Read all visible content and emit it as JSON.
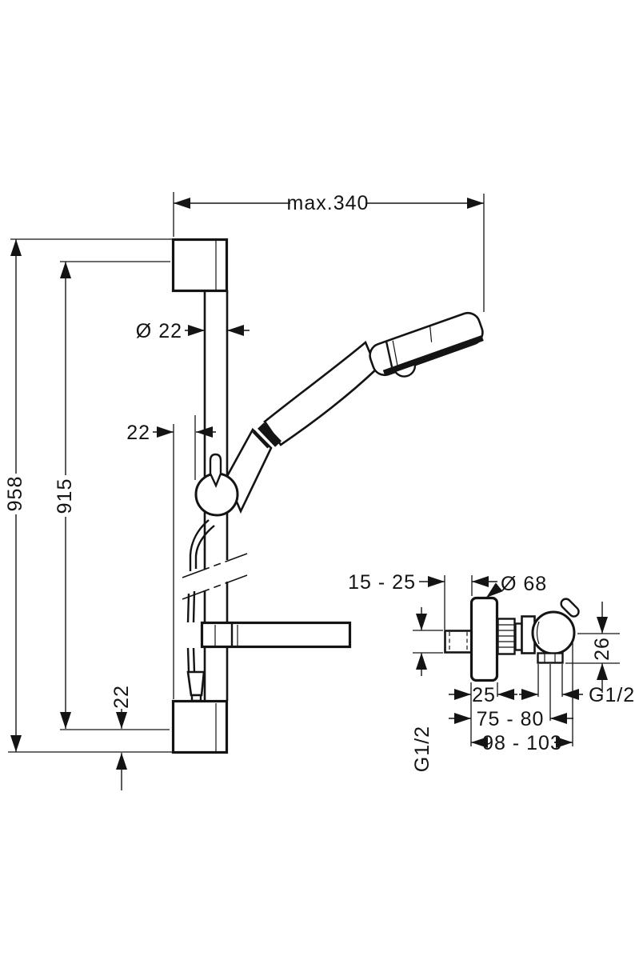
{
  "drawing": {
    "type": "technical-dimension-drawing",
    "line_color": "#141414",
    "background_color": "#ffffff",
    "shower_set": {
      "width_max": "max.340",
      "total_height": "958",
      "rail_height": "915",
      "rail_diameter": "Ø 22",
      "rail_offset": "22",
      "bottom_offset": "22"
    },
    "mixer_valve": {
      "wall_distance": "15 - 25",
      "escutcheon_diameter": "Ø 68",
      "inlet_thread": "G1/2",
      "escutcheon_depth": "25",
      "outlet_thread": "G1/2",
      "depth_to_outlet": "75 - 80",
      "total_depth": "98 - 103",
      "outlet_drop": "26"
    }
  }
}
